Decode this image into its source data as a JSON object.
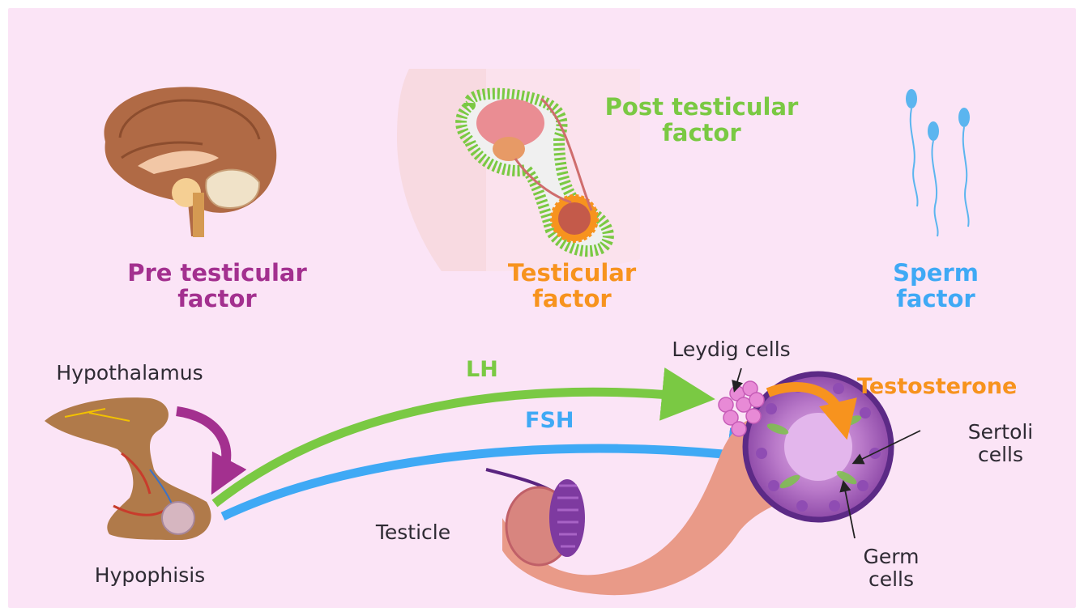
{
  "factors": {
    "pre_line1": "Pre testicular",
    "pre_line2": "factor",
    "post_line1": "Post testicular",
    "post_line2": "factor",
    "testicular_line1": "Testicular",
    "testicular_line2": "factor",
    "sperm_line1": "Sperm",
    "sperm_line2": "factor"
  },
  "labels": {
    "hypothalamus": "Hypothalamus",
    "hypophisis": "Hypophisis",
    "testicle": "Testicle",
    "leydig": "Leydig cells",
    "sertoli_line1": "Sertoli",
    "sertoli_line2": "cells",
    "germ_line1": "Germ",
    "germ_line2": "cells"
  },
  "hormones": {
    "lh": "LH",
    "fsh": "FSH",
    "testosterone": "Testosterone"
  },
  "colors": {
    "background": "#fbe4f6",
    "pre_factor": "#a3308f",
    "post_factor": "#7ac943",
    "testicular_factor": "#f7931e",
    "sperm_factor": "#3fa9f5",
    "lh_arrow": "#7ac943",
    "fsh_arrow": "#3fa9f5",
    "hypothalamus_arrow": "#a3308f",
    "testosterone_arrow": "#f7931e"
  },
  "icons": [
    "brain-icon",
    "pelvis-anatomy-icon",
    "sperm-icon",
    "pituitary-gland-icon",
    "testicle-icon",
    "seminiferous-tubule-icon"
  ]
}
